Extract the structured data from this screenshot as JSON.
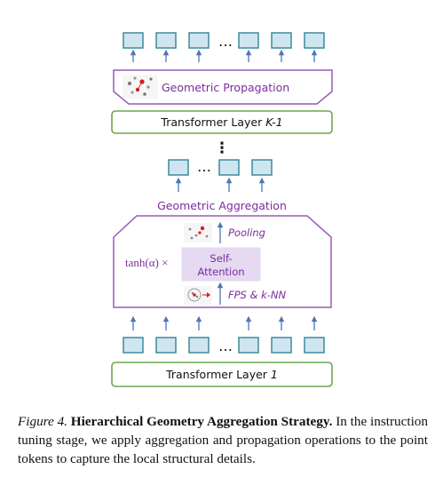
{
  "diagram": {
    "geometric_propagation": "Geometric Propagation",
    "transformer_top": {
      "prefix": "Transformer Layer ",
      "suffix": "K-1"
    },
    "geometric_aggregation": "Geometric Aggregation",
    "tanh_label": "tanh(α) ×",
    "self_attention_line1": "Self-",
    "self_attention_line2": "Attention",
    "pooling": "Pooling",
    "fps_knn": "FPS & k-NN",
    "transformer_bottom": {
      "prefix": "Transformer Layer ",
      "suffix": "1"
    },
    "ellipsis": "…",
    "vertical_ellipsis": "⋮",
    "colors": {
      "token_fill": "#cfe6f0",
      "token_stroke": "#3d8a9c",
      "layer_stroke": "#6aa84f",
      "module_stroke": "#9b59b6",
      "attention_fill": "#e6d9f2",
      "label_purple": "#7b2c9e",
      "arrow_blue": "#4a76b8"
    },
    "icons": [
      "point-cloud-propagation-icon",
      "point-cloud-pooling-icon",
      "point-cloud-sampling-icon"
    ]
  },
  "caption": {
    "figure_label": "Figure 4.",
    "title": "Hierarchical Geometry Aggregation Strategy.",
    "body": "In the instruction tuning stage, we apply aggregation and propagation operations to the point tokens to capture the local structural details."
  }
}
